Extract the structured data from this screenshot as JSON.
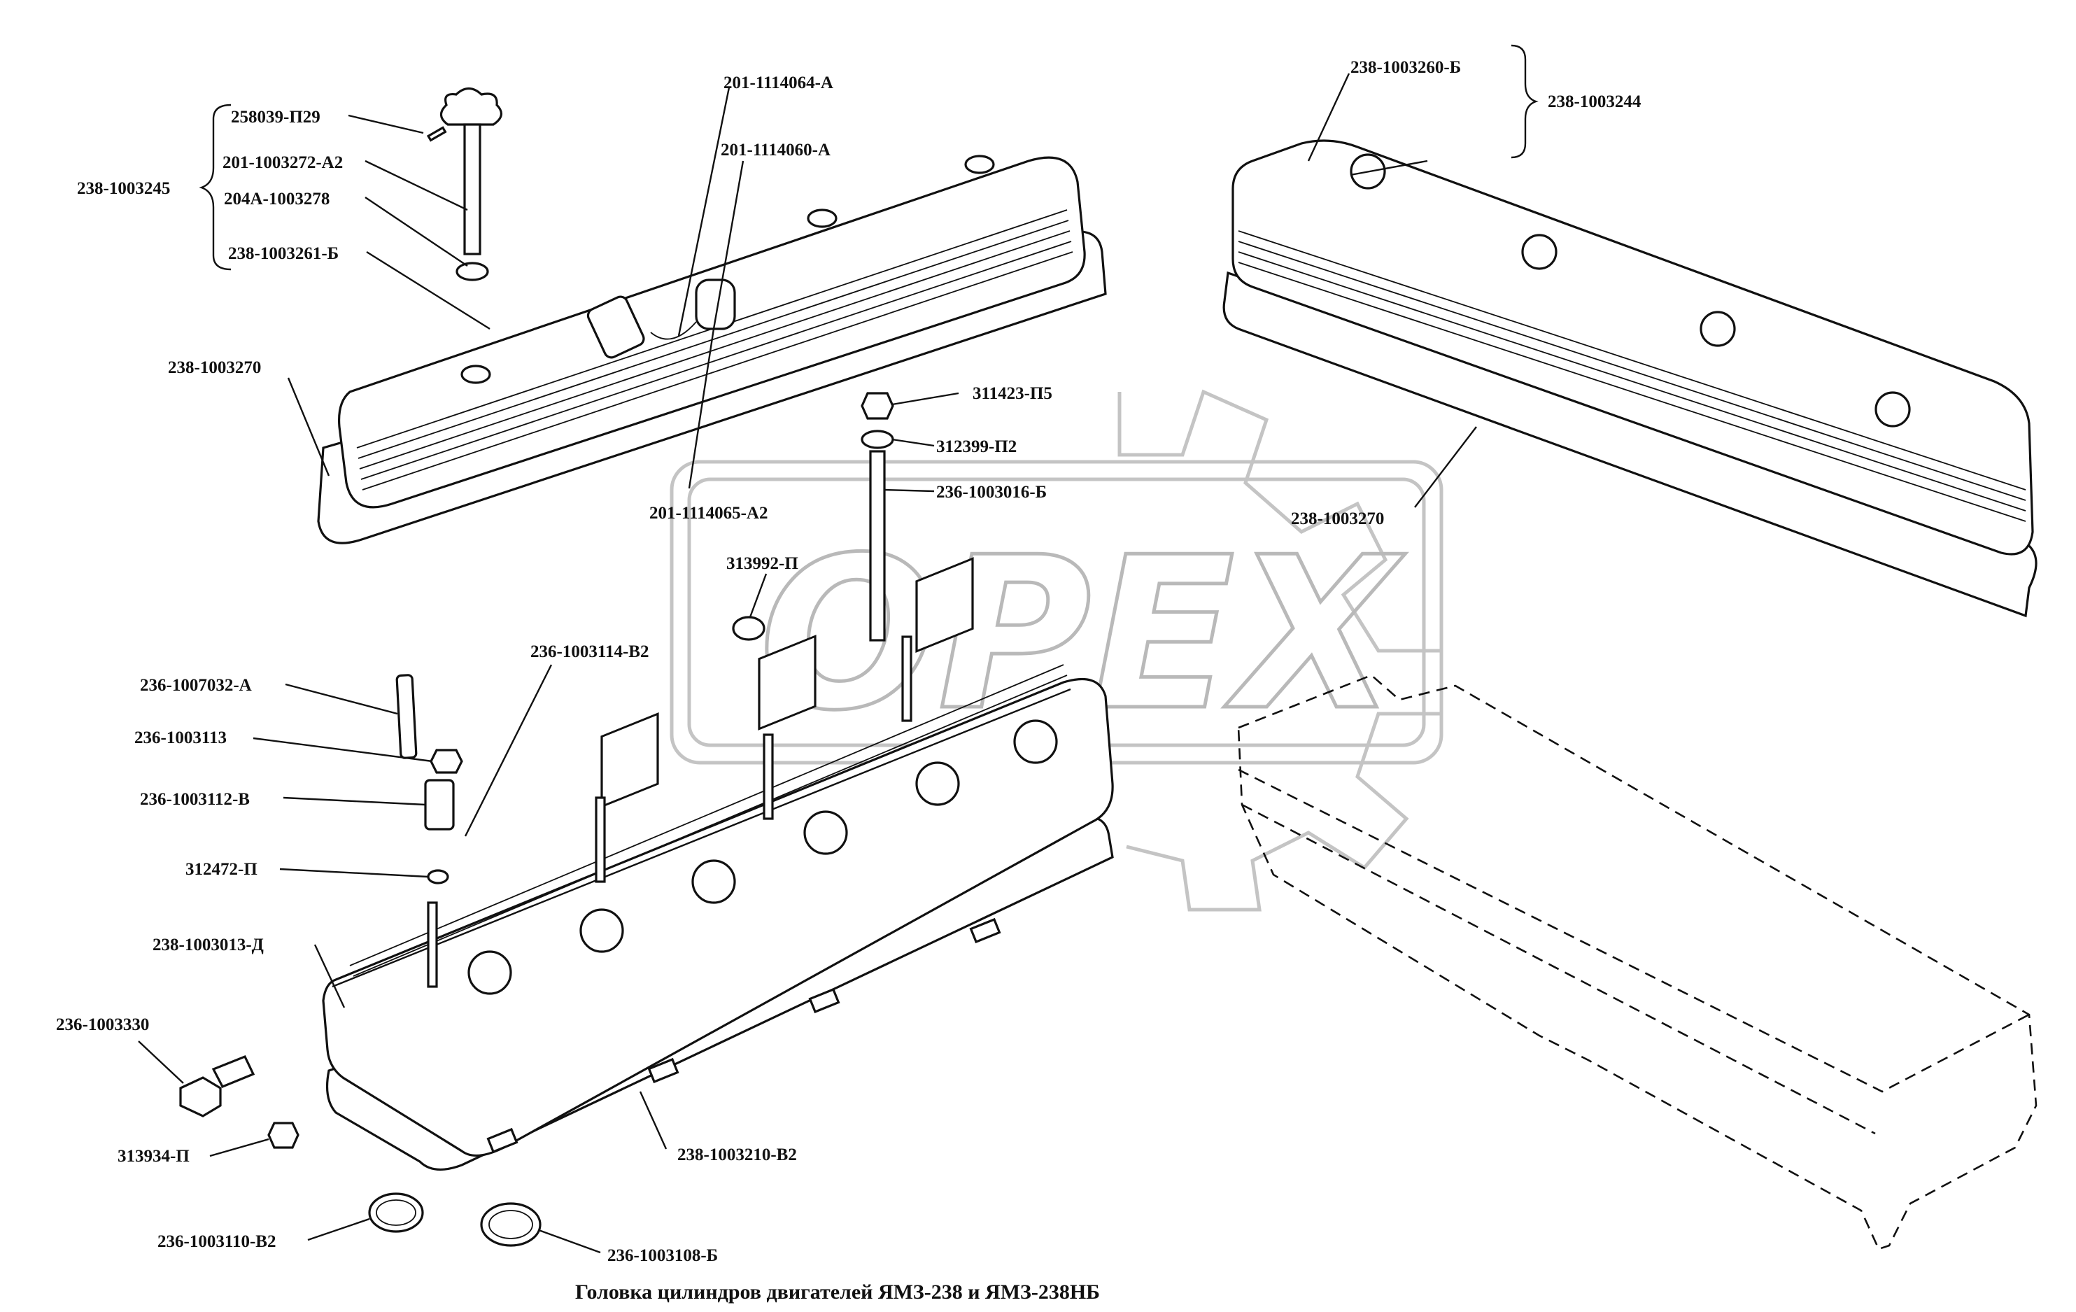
{
  "watermark": "OPEX",
  "title": "Головка цилиндров двигателей ЯМЗ-238 и ЯМЗ-238НБ",
  "labels": {
    "p258039_P29": "258039-П29",
    "p201_1003272_A2": "201-1003272-А2",
    "p238_1003245": "238-1003245",
    "p204A_1003278": "204А-1003278",
    "p238_1003261_B": "238-1003261-Б",
    "p201_1114064_A": "201-1114064-А",
    "p201_1114060_A": "201-1114060-А",
    "p238_1003270_left": "238-1003270",
    "p201_1114065_A2": "201-1114065-А2",
    "p311423_P5": "311423-П5",
    "p312399_P2": "312399-П2",
    "p236_1003016_B": "236-1003016-Б",
    "p313992_P": "313992-П",
    "p238_1003260_B": "238-1003260-Б",
    "p238_1003244": "238-1003244",
    "p238_1003270_right": "238-1003270",
    "p236_1003114_V2": "236-1003114-В2",
    "p236_1007032_A": "236-1007032-А",
    "p236_1003113": "236-1003113",
    "p236_1003112_V": "236-1003112-В",
    "p312472_P": "312472-П",
    "p238_1003013_D": "238-1003013-Д",
    "p236_1003330": "236-1003330",
    "p313934_P": "313934-П",
    "p238_1003210_V2": "238-1003210-В2",
    "p236_1003110_V2": "236-1003110-В2",
    "p236_1003108_B": "236-1003108-Б"
  }
}
